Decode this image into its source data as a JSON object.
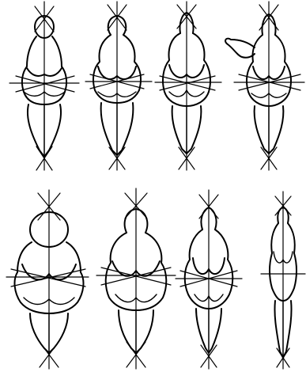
{
  "plate": {
    "rows": 2,
    "figures_per_row": 4,
    "ink_color": "#000000",
    "paper_color": "#ffffff",
    "figures": [
      {
        "name": "figure-1",
        "type": "proportional-diagram"
      },
      {
        "name": "figure-2",
        "type": "proportional-diagram"
      },
      {
        "name": "figure-3",
        "type": "proportional-diagram"
      },
      {
        "name": "figure-4",
        "type": "proportional-diagram"
      },
      {
        "name": "figure-5",
        "type": "proportional-diagram"
      },
      {
        "name": "figure-6",
        "type": "proportional-diagram"
      },
      {
        "name": "figure-7",
        "type": "proportional-diagram"
      },
      {
        "name": "figure-8",
        "type": "proportional-diagram"
      }
    ]
  }
}
